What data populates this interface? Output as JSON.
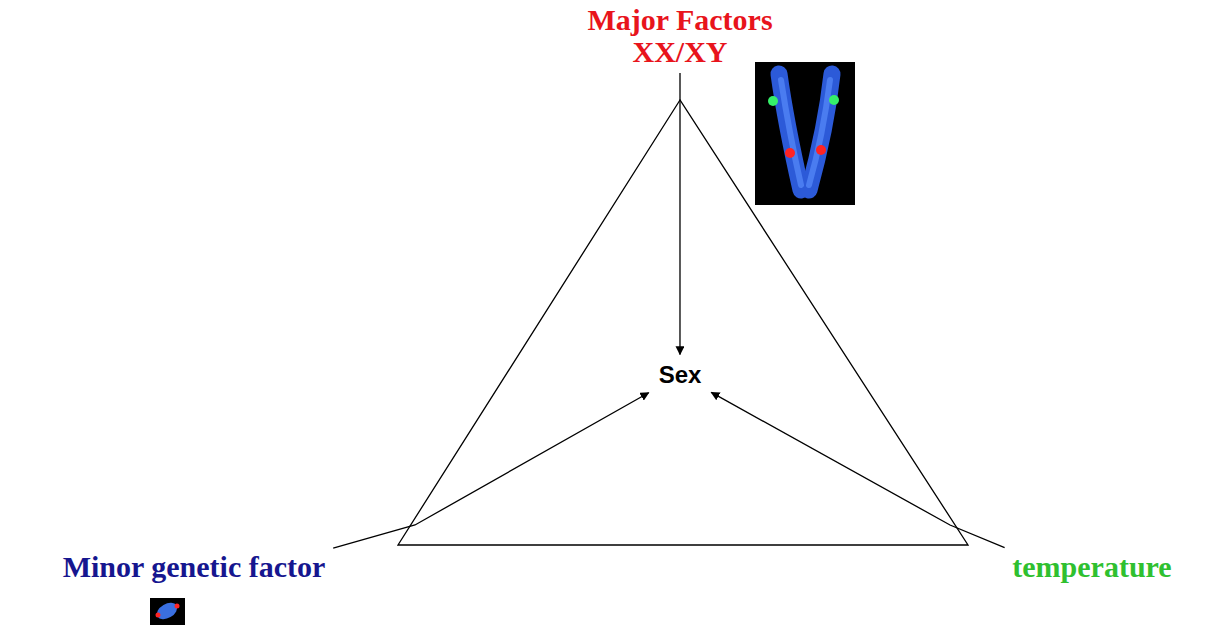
{
  "diagram": {
    "nodes": [
      {
        "text": [
          "Major Factors",
          "XX/XY"
        ]
      },
      {
        "text": [
          "Sex"
        ]
      },
      {
        "text": [
          "Minor genetic factor"
        ]
      },
      {
        "text": [
          "temperature"
        ]
      }
    ],
    "edges": [
      {
        "from": 0,
        "to": 1,
        "arrow": "to"
      },
      {
        "from": 2,
        "to": 1,
        "arrow": "to"
      },
      {
        "from": 3,
        "to": 1,
        "arrow": "to"
      }
    ]
  }
}
